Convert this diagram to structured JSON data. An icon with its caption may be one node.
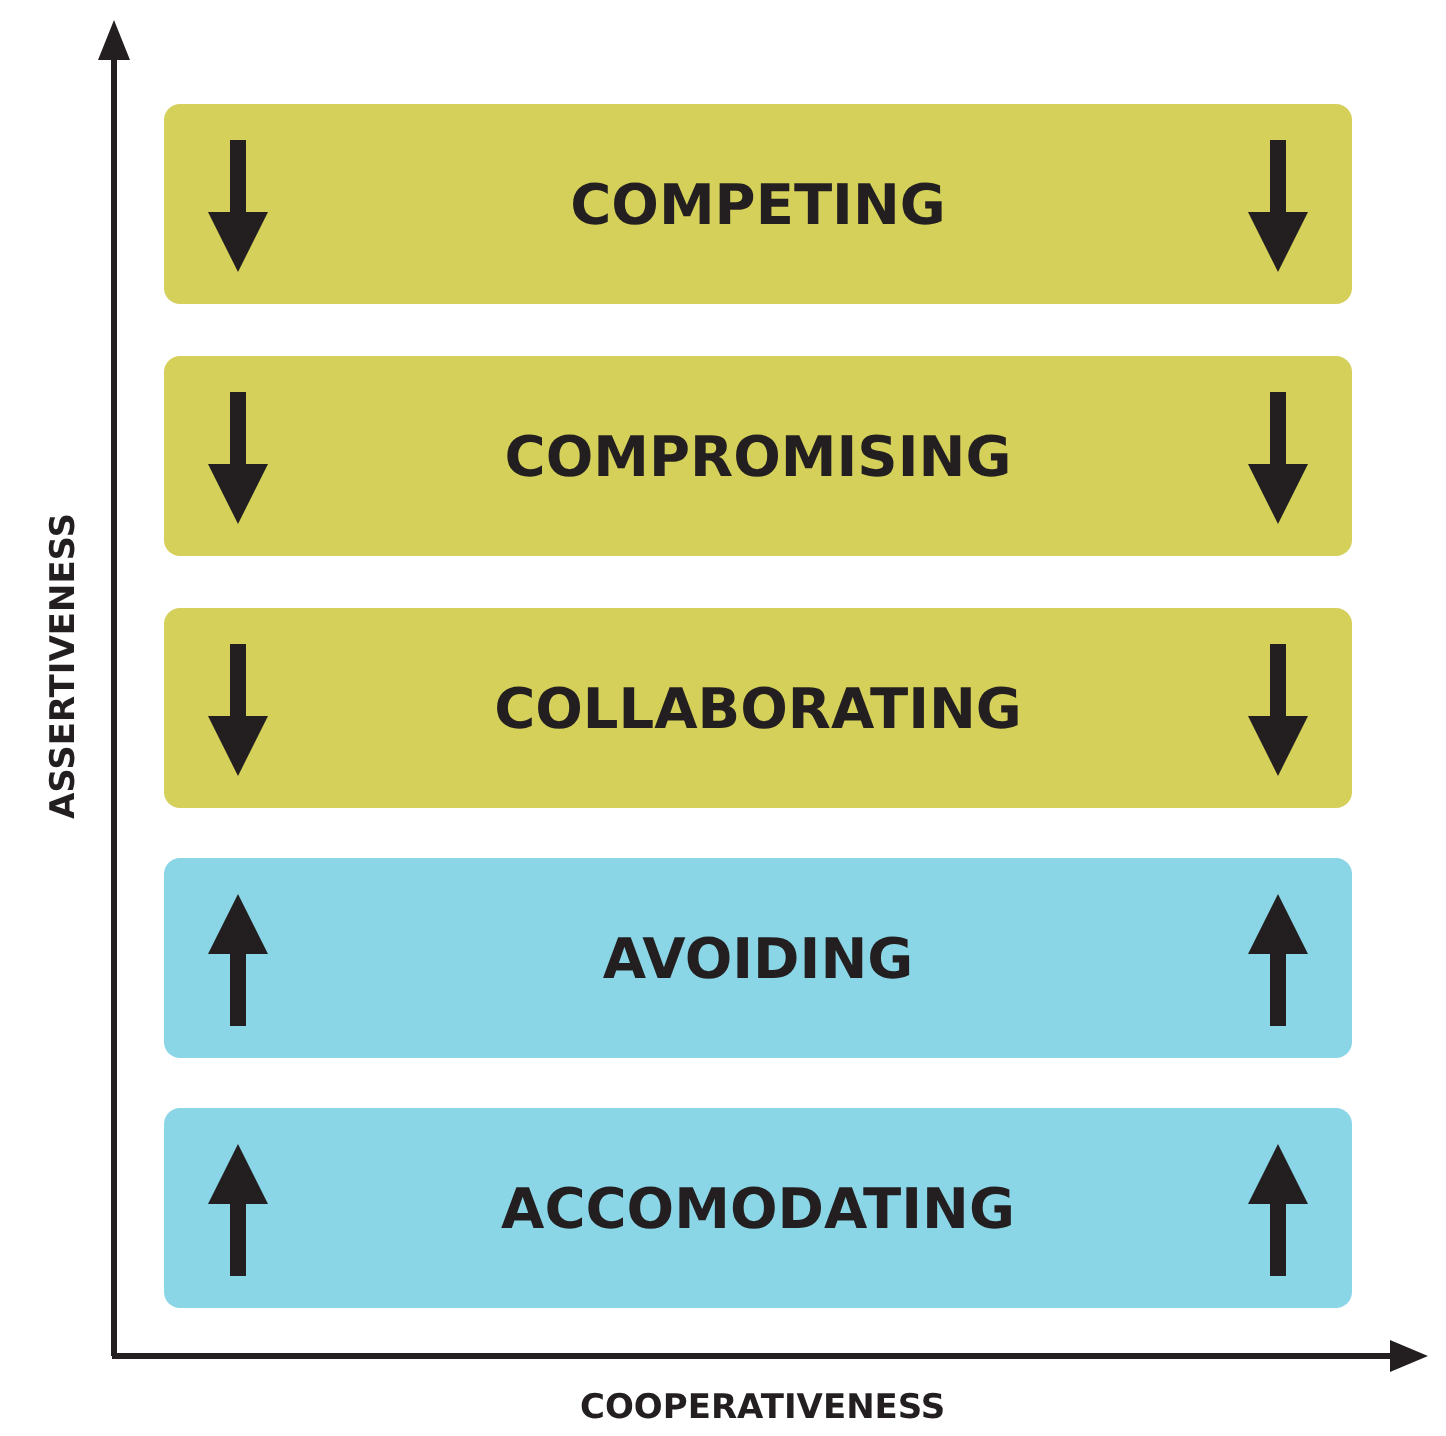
{
  "diagram": {
    "nodes": [
      {
        "text": [
          "COMPETING"
        ]
      },
      {
        "text": [
          "COMPROMISING"
        ]
      },
      {
        "text": [
          "COLLABORATING"
        ]
      },
      {
        "text": [
          "AVOIDING"
        ]
      },
      {
        "text": [
          "ACCOMODATING"
        ]
      }
    ],
    "labels": [
      "ASSERTIVENESS",
      "COOPERATIVENESS"
    ]
  }
}
